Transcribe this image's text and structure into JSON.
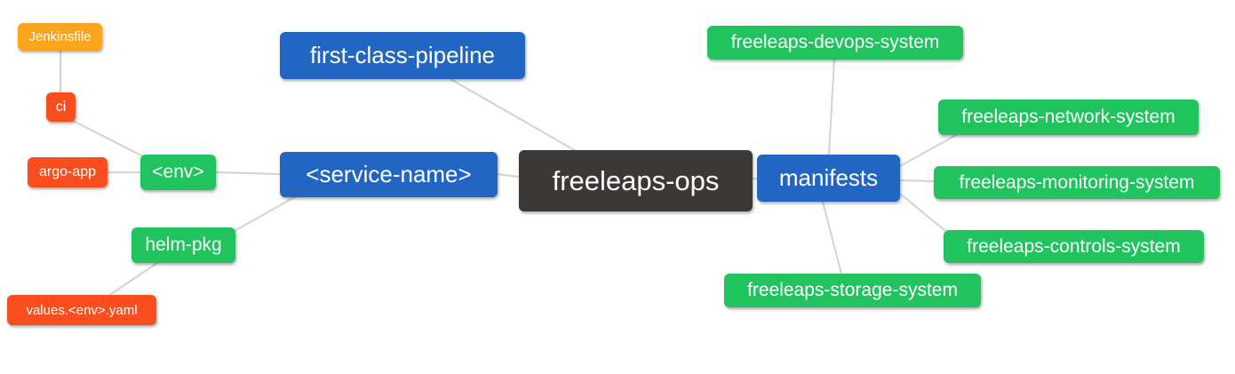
{
  "diagram": {
    "type": "mindmap",
    "root": "freeleaps-ops",
    "background_color": "#ffffff",
    "edge_color": "#d2d2d2",
    "text_color": "#ffffff"
  },
  "colors": {
    "blue": "#2166c3",
    "green": "#21c35f",
    "red": "#fa4e1e",
    "amber": "#fba51e",
    "dark": "#3b3835"
  },
  "nodes": [
    {
      "id": "jenkinsfile",
      "label": "Jenkinsfile",
      "color": "#fba51e"
    },
    {
      "id": "ci",
      "label": "ci",
      "color": "#fa4e1e"
    },
    {
      "id": "argo-app",
      "label": "argo-app",
      "color": "#fa4e1e"
    },
    {
      "id": "env",
      "label": "<env>",
      "color": "#21c35f"
    },
    {
      "id": "helm-pkg",
      "label": "helm-pkg",
      "color": "#21c35f"
    },
    {
      "id": "values-env-yaml",
      "label": "values.<env>.yaml",
      "color": "#fa4e1e"
    },
    {
      "id": "first-class-pipeline",
      "label": "first-class-pipeline",
      "color": "#2166c3"
    },
    {
      "id": "service-name",
      "label": "<service-name>",
      "color": "#2166c3"
    },
    {
      "id": "freeleaps-ops",
      "label": "freeleaps-ops",
      "color": "#3b3835"
    },
    {
      "id": "manifests",
      "label": "manifests",
      "color": "#2166c3"
    },
    {
      "id": "devops-system",
      "label": "freeleaps-devops-system",
      "color": "#21c35f"
    },
    {
      "id": "network-system",
      "label": "freeleaps-network-system",
      "color": "#21c35f"
    },
    {
      "id": "monitoring-system",
      "label": "freeleaps-monitoring-system",
      "color": "#21c35f"
    },
    {
      "id": "controls-system",
      "label": "freeleaps-controls-system",
      "color": "#21c35f"
    },
    {
      "id": "storage-system",
      "label": "freeleaps-storage-system",
      "color": "#21c35f"
    }
  ],
  "edges": [
    {
      "from": "jenkinsfile",
      "to": "ci"
    },
    {
      "from": "ci",
      "to": "env"
    },
    {
      "from": "argo-app",
      "to": "env"
    },
    {
      "from": "env",
      "to": "service-name"
    },
    {
      "from": "helm-pkg",
      "to": "service-name"
    },
    {
      "from": "values-env-yaml",
      "to": "helm-pkg"
    },
    {
      "from": "first-class-pipeline",
      "to": "freeleaps-ops"
    },
    {
      "from": "service-name",
      "to": "freeleaps-ops"
    },
    {
      "from": "freeleaps-ops",
      "to": "manifests"
    },
    {
      "from": "manifests",
      "to": "devops-system"
    },
    {
      "from": "manifests",
      "to": "network-system"
    },
    {
      "from": "manifests",
      "to": "monitoring-system"
    },
    {
      "from": "manifests",
      "to": "controls-system"
    },
    {
      "from": "manifests",
      "to": "storage-system"
    }
  ]
}
